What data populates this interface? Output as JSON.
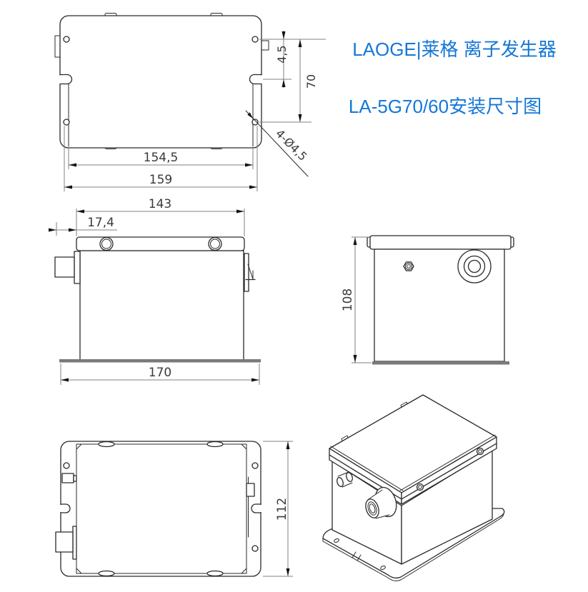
{
  "title": {
    "line1": "LAOGE|莱格 离子发生器",
    "line2": "LA-5G70/60安装尺寸图"
  },
  "colors": {
    "title_blue": "#1577d6",
    "part_line": "#2a2a2a",
    "dim_line": "#808080",
    "base_fill": "#7a7a7a",
    "dim_text": "#3a3a3a"
  },
  "views": {
    "top": {
      "dim_inner_width": "154,5",
      "dim_outer_width": "159",
      "dim_hole_edge": "4,5",
      "dim_hole_spacing": "70",
      "dim_holes_callout": "4-Ø4,5"
    },
    "front": {
      "dim_cap_width": "143",
      "dim_connector_offset": "17,4",
      "dim_base_width": "170"
    },
    "side": {
      "dim_height": "108"
    },
    "bottom": {
      "dim_depth": "112"
    }
  }
}
